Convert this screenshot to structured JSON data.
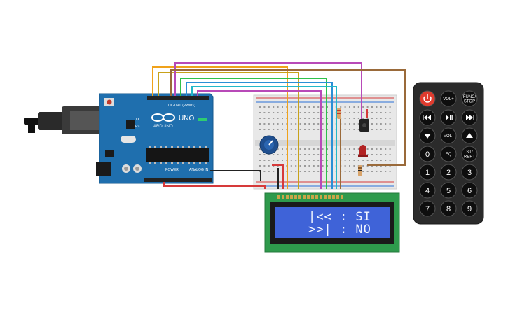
{
  "arduino": {
    "brand": "ARDUINO",
    "model": "UNO",
    "digital_header": "DIGITAL (PWM~)",
    "power_header": "POWER",
    "analog_header": "ANALOG IN",
    "tx_label": "TX",
    "rx_label": "RX"
  },
  "lcd": {
    "line1": "|<< : SI",
    "line2": ">>| : NO"
  },
  "remote": {
    "buttons": [
      {
        "label": "",
        "icon": "power-icon"
      },
      {
        "label": "VOL+",
        "icon": ""
      },
      {
        "label": "FUNC/\nSTOP",
        "icon": ""
      },
      {
        "label": "",
        "icon": "rewind-icon"
      },
      {
        "label": "",
        "icon": "play-pause-icon"
      },
      {
        "label": "",
        "icon": "fast-forward-icon"
      },
      {
        "label": "",
        "icon": "down-icon"
      },
      {
        "label": "VOL-",
        "icon": ""
      },
      {
        "label": "",
        "icon": "up-icon"
      },
      {
        "label": "0",
        "icon": ""
      },
      {
        "label": "EQ",
        "icon": ""
      },
      {
        "label": "ST/\nREPT",
        "icon": ""
      },
      {
        "label": "1",
        "icon": ""
      },
      {
        "label": "2",
        "icon": ""
      },
      {
        "label": "3",
        "icon": ""
      },
      {
        "label": "4",
        "icon": ""
      },
      {
        "label": "5",
        "icon": ""
      },
      {
        "label": "6",
        "icon": ""
      },
      {
        "label": "7",
        "icon": ""
      },
      {
        "label": "8",
        "icon": ""
      },
      {
        "label": "9",
        "icon": ""
      }
    ]
  },
  "colors": {
    "arduino_board": "#1f6fae",
    "breadboard": "#e8e8e8",
    "lcd_board": "#2e9a4c",
    "lcd_screen": "#3f63d8",
    "remote_body": "#2b2b2b",
    "power_button": "#e03b2e",
    "wire_colors": [
      "#f0a21a",
      "#c8a21a",
      "#b84ab8",
      "#d63a3a",
      "#2ec14a",
      "#2a8fd6",
      "#22b8c8",
      "#9a6a3a",
      "#222222"
    ]
  }
}
